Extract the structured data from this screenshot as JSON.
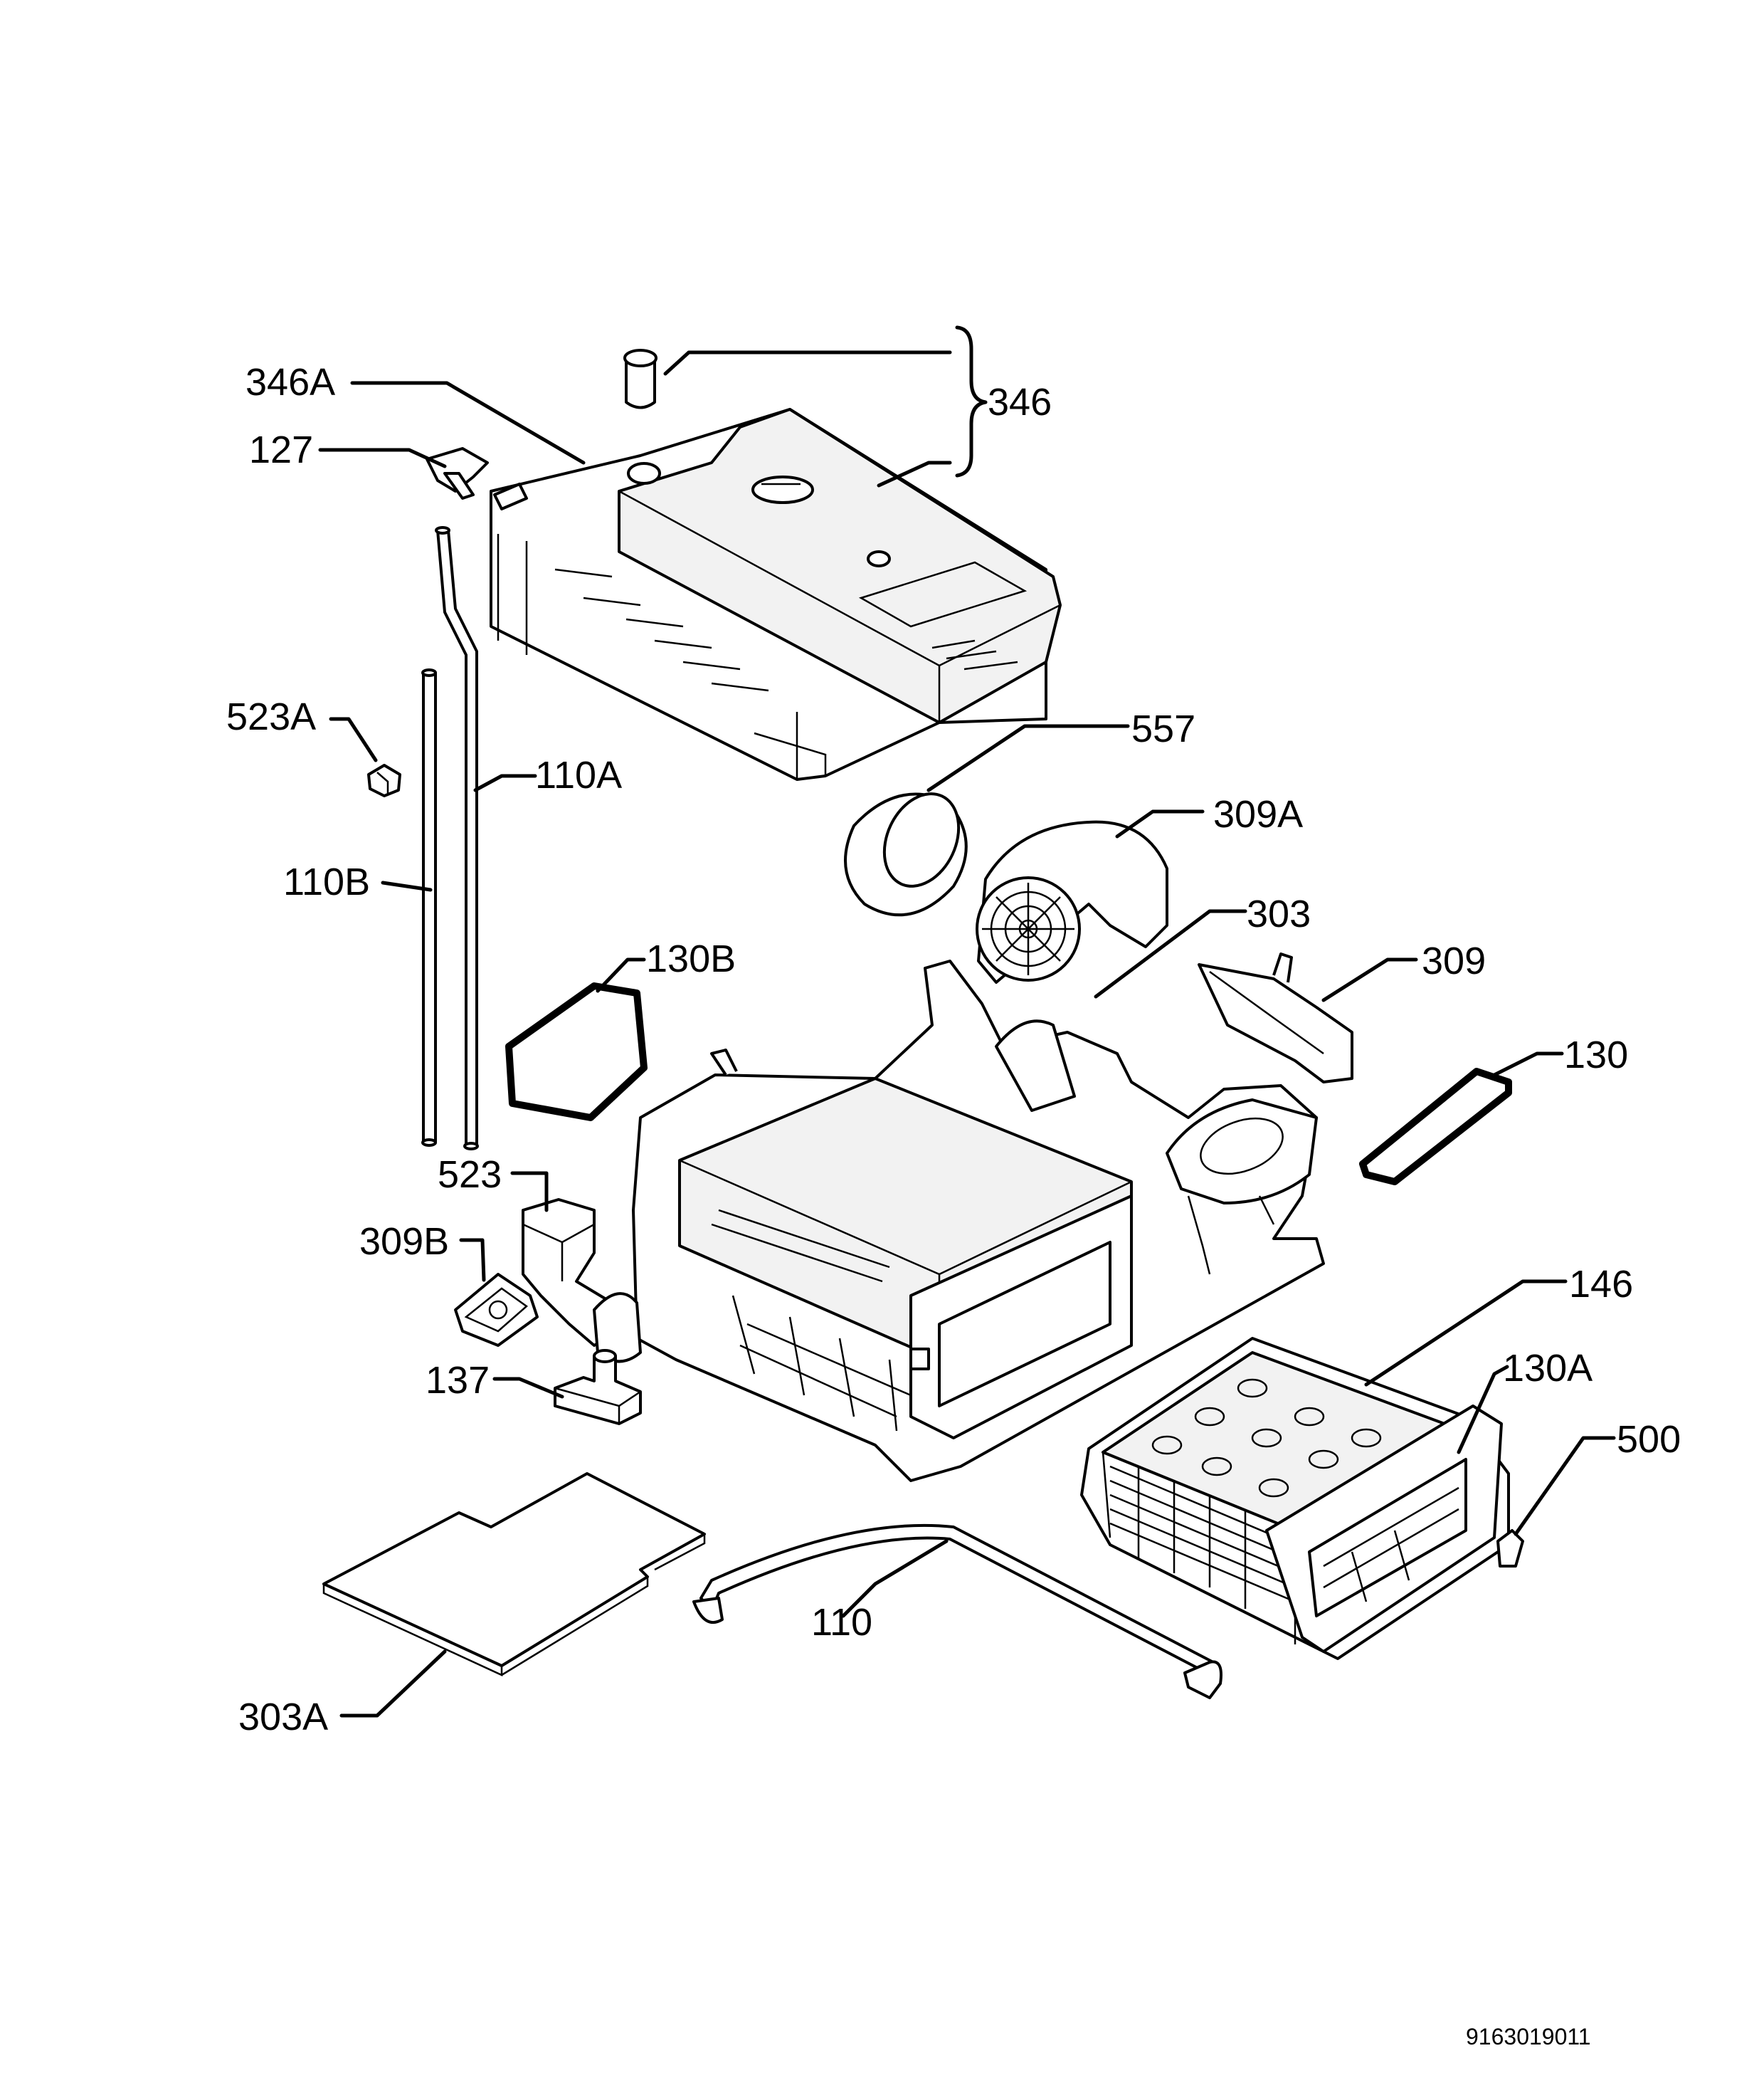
{
  "labels": {
    "346A": "346A",
    "346": "346",
    "127": "127",
    "523A": "523A",
    "110A": "110A",
    "110B": "110B",
    "557": "557",
    "309A": "309A",
    "303": "303",
    "130B": "130B",
    "309": "309",
    "130": "130",
    "523": "523",
    "309B": "309B",
    "146": "146",
    "130A": "130A",
    "137": "137",
    "500": "500",
    "110": "110",
    "303A": "303A"
  },
  "drawing_number": "9163019011"
}
